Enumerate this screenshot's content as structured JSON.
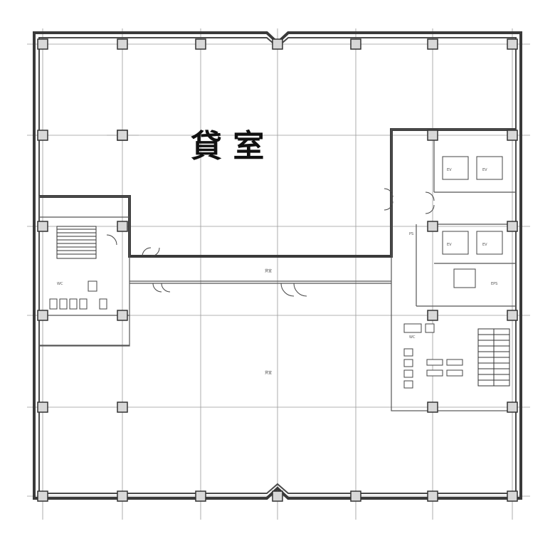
{
  "plan": {
    "main_label": "貸 室",
    "room_labels": [
      "貸室",
      "EV",
      "EV",
      "EV",
      "EV",
      "WC",
      "WC",
      "PS",
      "EPS"
    ]
  }
}
